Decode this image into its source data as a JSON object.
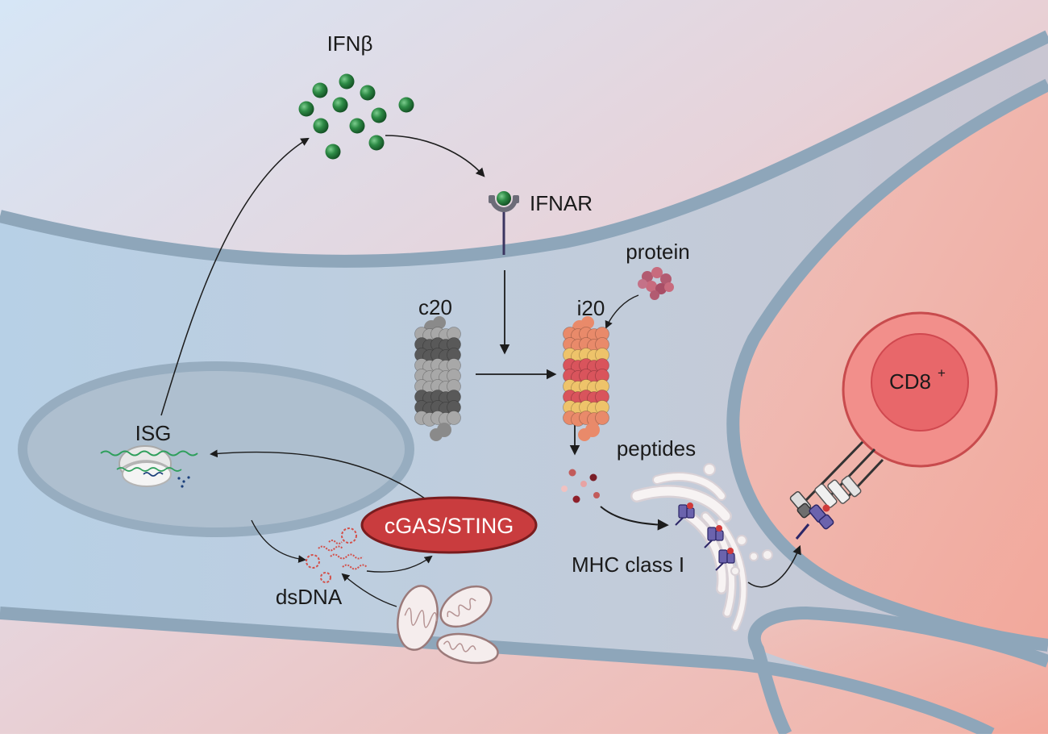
{
  "labels": {
    "ifnb": "IFNβ",
    "ifnar": "IFNAR",
    "protein": "protein",
    "c20": "c20",
    "i20": "i20",
    "isg": "ISG",
    "peptides": "peptides",
    "cgas_sting": "cGAS/STING",
    "cd8": "CD8",
    "cd8_sup": "+",
    "mhc": "MHC class I",
    "dsdna": "dsDNA"
  },
  "colors": {
    "background_left": "#d6e6f6",
    "background_right": "#f2b2a6",
    "cytoplasm": "#bdd0e0",
    "membrane": "#8ea6ba",
    "nucleus": "#aebfcf",
    "ifnb_ball": "#2e8b46",
    "c20_dark": "#595959",
    "c20_light": "#a8a8a8",
    "i20_orange": "#e98a6a",
    "i20_yellow": "#eec36a",
    "i20_red": "#d9545c",
    "protein": "#c86b7e",
    "cgas_sting": "#c93c3e",
    "cd8_outer": "#f28f8b",
    "cd8_inner": "#e8676a",
    "mhc": "#6b63ad"
  },
  "icons": [
    "ifnb-ball",
    "ifnar-receptor",
    "proteasome-c20",
    "immunoproteasome-i20",
    "protein-blob",
    "ribosome-mrna",
    "dsdna-fragments",
    "mitochondria",
    "golgi-er",
    "tcr-complex"
  ]
}
